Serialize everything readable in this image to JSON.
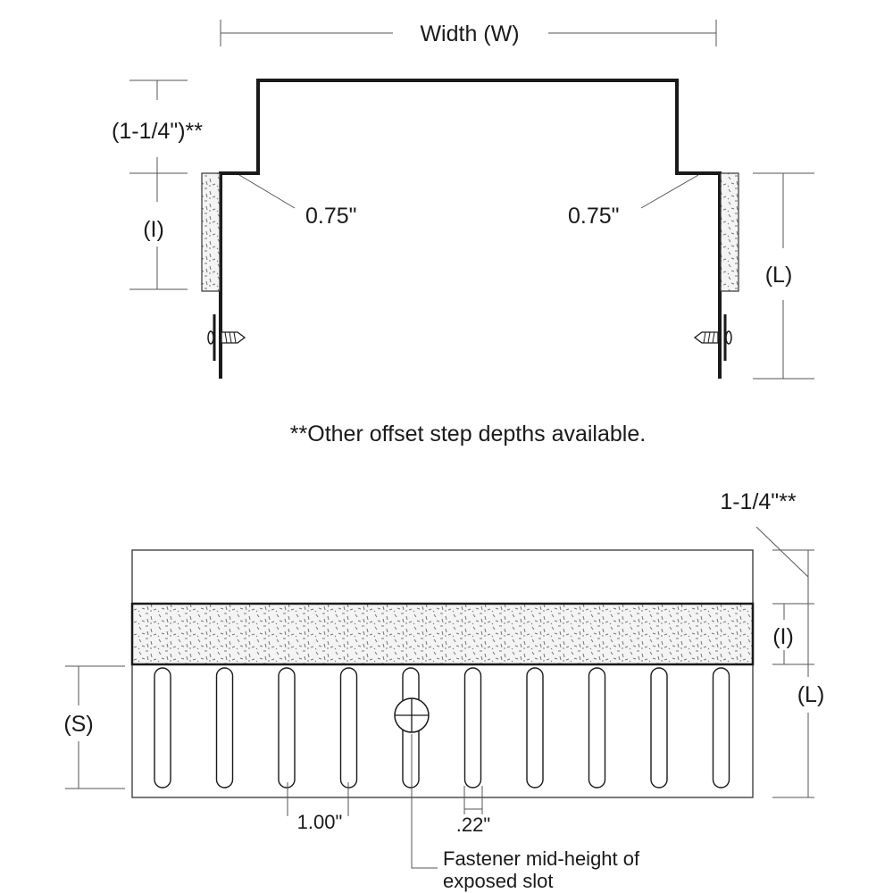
{
  "top_view": {
    "width_label": "Width (W)",
    "offset_label": "(1-1/4\")**",
    "overlap_label": "(I)",
    "length_label": "(L)",
    "bend_left_label": "0.75\"",
    "bend_right_label": "0.75\""
  },
  "note": "**Other offset step depths available.",
  "front_view": {
    "offset_label": "1-1/4\"**",
    "overlap_label": "(I)",
    "length_label": "(L)",
    "slot_label": "(S)",
    "spacing_label": "1.00\"",
    "slot_width_label": ".22\"",
    "fastener_line1": "Fastener mid-height of",
    "fastener_line2": "exposed slot",
    "slot_count": 10
  },
  "colors": {
    "line": "#1a1a1a",
    "dimension": "#555555",
    "foam_fill": "#f2f2f2"
  }
}
